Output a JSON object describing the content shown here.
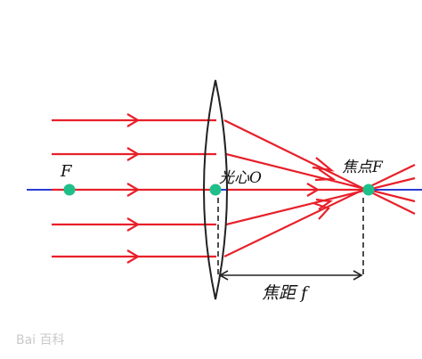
{
  "labels": {
    "left_focus": "F",
    "optical_center": "光心O",
    "focal_point": "焦点F",
    "focal_length": "焦距 f"
  },
  "watermark": {
    "text": "Bai 百科"
  },
  "colors": {
    "ray": "#e8202a",
    "axis": "#2a3bd4",
    "focus_dot": "#1fbf8a",
    "lens": "#222222"
  }
}
